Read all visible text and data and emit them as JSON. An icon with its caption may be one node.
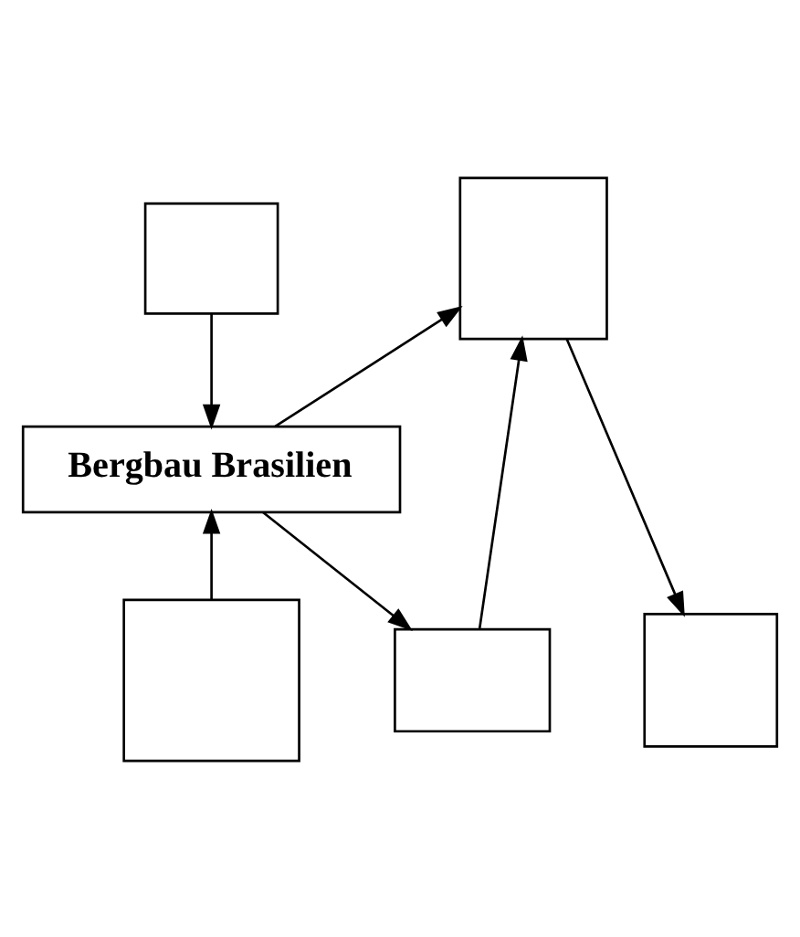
{
  "diagram": {
    "nodes": [
      {
        "text": [],
        "shape": "box"
      },
      {
        "text": [],
        "shape": "box"
      },
      {
        "text": [
          "Bergbau Brasilien"
        ]
      },
      {
        "text": [],
        "shape": "box"
      },
      {
        "text": [],
        "shape": "box"
      },
      {
        "text": [],
        "shape": "box"
      }
    ],
    "edges": [
      {
        "from": 0,
        "to": 2,
        "arrow": "to"
      },
      {
        "from": 2,
        "to": 1,
        "arrow": "to"
      },
      {
        "from": 1,
        "to": 3,
        "arrow": "to"
      },
      {
        "from": 2,
        "to": 4,
        "arrow": "to"
      },
      {
        "from": 4,
        "to": 1,
        "arrow": "to"
      },
      {
        "from": 5,
        "to": 2,
        "arrow": "to"
      }
    ]
  }
}
